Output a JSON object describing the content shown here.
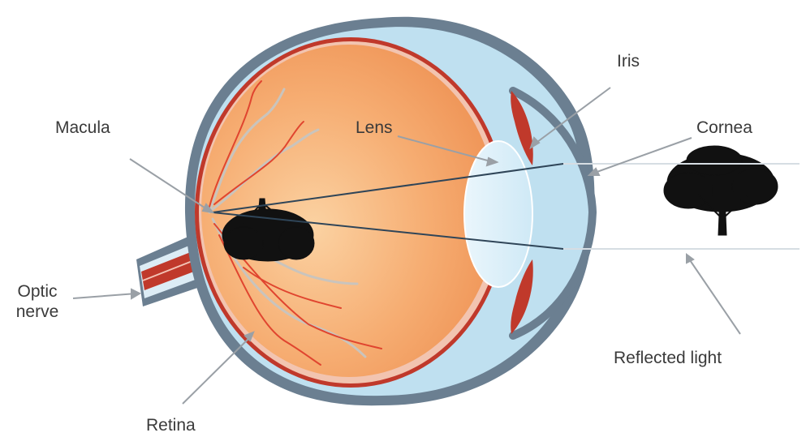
{
  "labels": {
    "iris": "Iris",
    "lens": "Lens",
    "cornea": "Cornea",
    "macula": "Macula",
    "optic_nerve_line1": "Optic",
    "optic_nerve_line2": "nerve",
    "reflected_light": "Reflected light",
    "retina": "Retina"
  },
  "colors": {
    "vitreous_orange": "#f4a46a",
    "sclera_gray": "#6b7f91",
    "choroid_red": "#c0392b",
    "cornea_blue": "#bfe0f0",
    "lens_light_blue": "#dff0f9",
    "tree_black": "#111111",
    "label_text": "#3a3a3a",
    "pointer_gray": "#9aa0a6"
  }
}
